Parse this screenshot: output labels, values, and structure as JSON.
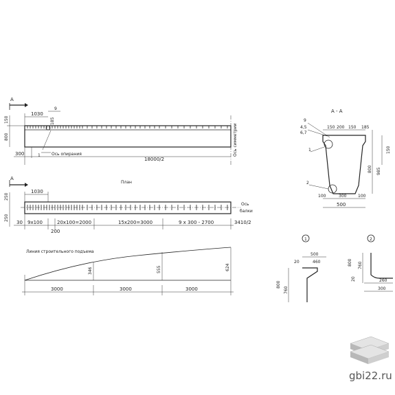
{
  "beam_elevation": {
    "section_mark": "А",
    "dim_1030": "1030",
    "dim_9": "9",
    "dim_185": "185",
    "dim_150": "150",
    "dim_800": "800",
    "dim_300": "300",
    "dim_1": "1",
    "support_axis": "Ось опирания",
    "dim_length": "18000/2",
    "symmetry_axis": "Ось симметрии"
  },
  "plan": {
    "title": "План",
    "dim_1030": "1030",
    "dim_250_top": "250",
    "dim_250_bottom": "250",
    "dim_30": "30",
    "dim_9x100": "9х100",
    "dim_200": "200",
    "dim_20x100": "20х100=2000",
    "dim_15x200": "15х200=3000",
    "dim_9x300": "9 х 300 - 2700",
    "dim_3410": "3410/2",
    "beam_axis_1": "Ось",
    "beam_axis_2": "балки"
  },
  "camber": {
    "label": "Линия строительного подъема",
    "values": [
      "346",
      "555",
      "624"
    ],
    "spans": [
      "3000",
      "3000",
      "3000"
    ]
  },
  "section_aa": {
    "title": "А - А",
    "dims_top": [
      "150",
      "200",
      "150"
    ],
    "dim_185": "185",
    "dim_9": "9",
    "dim_45": "4,5",
    "dim_67": "6,7",
    "dim_150": "150",
    "callout_1": "1",
    "callout_2": "2",
    "dim_800": "800",
    "dim_985": "985",
    "dims_bottom": [
      "100",
      "300",
      "100"
    ],
    "dim_500": "500"
  },
  "detail_1": {
    "number": "1",
    "dim_500": "500",
    "dim_20": "20",
    "dim_460": "460",
    "dim_800": "800",
    "dim_760": "760"
  },
  "detail_2": {
    "number": "2",
    "dim_800": "800",
    "dim_760": "760",
    "dim_20": "20",
    "dim_260": "260",
    "dim_300": "300"
  },
  "watermark": {
    "text": "gbi22.ru"
  },
  "colors": {
    "logo_top": "#e4e4e4",
    "logo_side": "#b8b8b8"
  }
}
